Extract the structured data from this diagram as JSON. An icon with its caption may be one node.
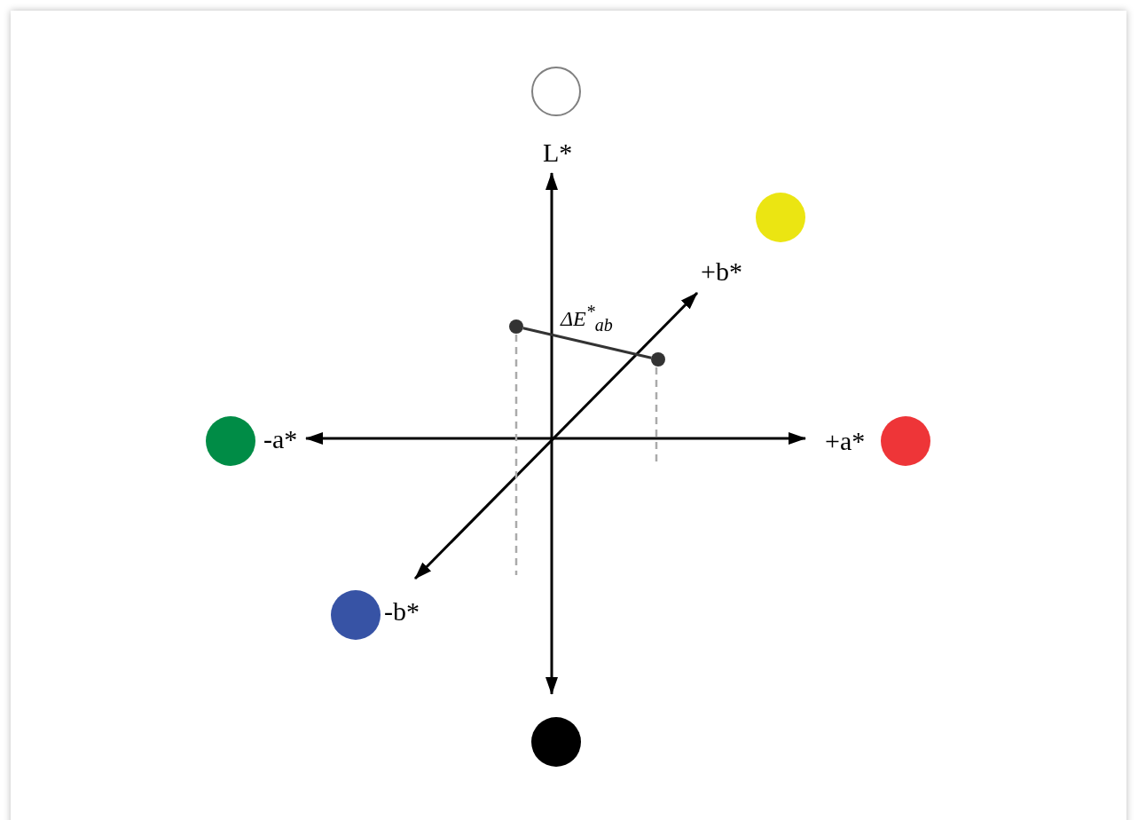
{
  "diagram": {
    "nodes": [
      {
        "text": [],
        "shape": "circle"
      },
      {
        "text": [],
        "shape": "circle"
      }
    ],
    "edges": [
      {
        "from": 0,
        "to": 1,
        "arrow": "none",
        "label": "ΔE$^{*}$$_{ab}$"
      }
    ],
    "labels": [
      "L*",
      "+b*",
      "-a*",
      "+a*",
      "-b*"
    ]
  }
}
